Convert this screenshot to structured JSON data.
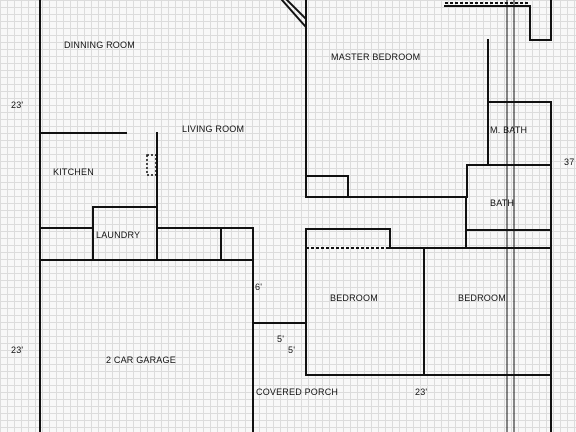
{
  "rooms": {
    "dining_room": "DINNING ROOM",
    "master_bedroom": "MASTER BEDROOM",
    "living_room": "LIVING ROOM",
    "master_bath": "M. BATH",
    "kitchen": "KITCHEN",
    "bath": "BATH",
    "laundry": "LAUNDRY",
    "bedroom_left": "BEDROOM",
    "bedroom_right": "BEDROOM",
    "garage": "2 CAR GARAGE",
    "covered_porch": "COVERED PORCH"
  },
  "dimensions": {
    "left_upper": "23'",
    "left_lower": "23'",
    "right_side": "37",
    "garage_opening": "6'",
    "porch_width": "5'",
    "porch_depth": "5'",
    "bottom": "23'"
  },
  "colors": {
    "wall": "#111111",
    "grid": "#dcdcdc",
    "paper": "#f8f8f8"
  }
}
